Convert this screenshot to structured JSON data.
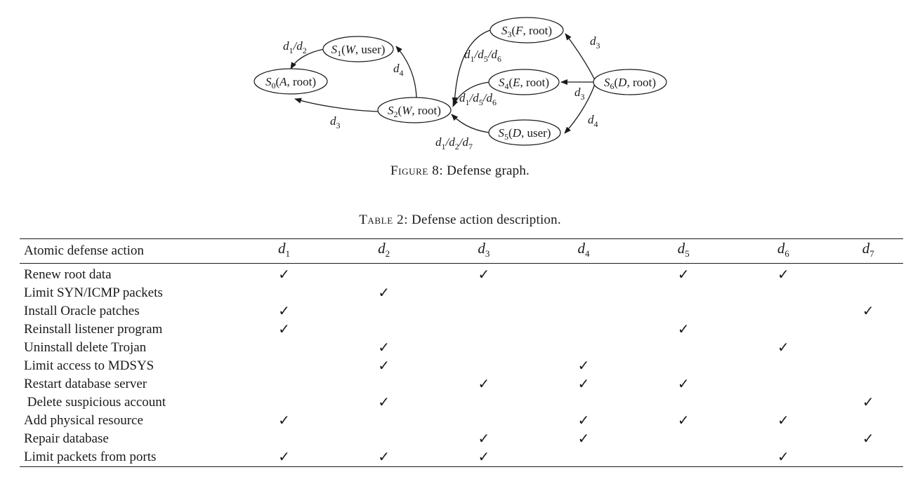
{
  "figure": {
    "caption_label": "Figure 8:",
    "caption_text": "Defense graph.",
    "nodes": [
      {
        "id": "S0",
        "name": "S",
        "sub": "0",
        "args": "(A, root)"
      },
      {
        "id": "S1",
        "name": "S",
        "sub": "1",
        "args": "(W, user)"
      },
      {
        "id": "S2",
        "name": "S",
        "sub": "2",
        "args": "(W, root)"
      },
      {
        "id": "S3",
        "name": "S",
        "sub": "3",
        "args": "(F, root)"
      },
      {
        "id": "S4",
        "name": "S",
        "sub": "4",
        "args": "(E, root)"
      },
      {
        "id": "S5",
        "name": "S",
        "sub": "5",
        "args": "(D, user)"
      },
      {
        "id": "S6",
        "name": "S",
        "sub": "6",
        "args": "(D, root)"
      }
    ],
    "edges": [
      {
        "from": "S1",
        "to": "S0",
        "label": "d1/d2"
      },
      {
        "from": "S2",
        "to": "S1",
        "label": "d4"
      },
      {
        "from": "S2",
        "to": "S0",
        "label": "d3"
      },
      {
        "from": "S3",
        "to": "S2",
        "label": "d1/d5/d6"
      },
      {
        "from": "S4",
        "to": "S2",
        "label": "d1/d5/d6"
      },
      {
        "from": "S5",
        "to": "S2",
        "label": "d1/d2/d7"
      },
      {
        "from": "S6",
        "to": "S3",
        "label": "d3"
      },
      {
        "from": "S6",
        "to": "S4",
        "label": "d3"
      },
      {
        "from": "S6",
        "to": "S5",
        "label": "d4"
      }
    ]
  },
  "table": {
    "caption_label": "Table 2:",
    "caption_text": "Defense action description.",
    "header_action": "Atomic defense action",
    "columns": [
      {
        "letter": "d",
        "sub": "1"
      },
      {
        "letter": "d",
        "sub": "2"
      },
      {
        "letter": "d",
        "sub": "3"
      },
      {
        "letter": "d",
        "sub": "4"
      },
      {
        "letter": "d",
        "sub": "5"
      },
      {
        "letter": "d",
        "sub": "6"
      },
      {
        "letter": "d",
        "sub": "7"
      }
    ],
    "check_symbol": "✓",
    "rows": [
      {
        "action": "Renew root data",
        "marks": [
          1,
          0,
          1,
          0,
          1,
          1,
          0
        ]
      },
      {
        "action": "Limit SYN/ICMP packets",
        "marks": [
          0,
          1,
          0,
          0,
          0,
          0,
          0
        ]
      },
      {
        "action": "Install Oracle patches",
        "marks": [
          1,
          0,
          0,
          0,
          0,
          0,
          1
        ]
      },
      {
        "action": "Reinstall listener program",
        "marks": [
          1,
          0,
          0,
          0,
          1,
          0,
          0
        ]
      },
      {
        "action": "Uninstall delete Trojan",
        "marks": [
          0,
          1,
          0,
          0,
          0,
          1,
          0
        ]
      },
      {
        "action": "Limit access to MDSYS",
        "marks": [
          0,
          1,
          0,
          1,
          0,
          0,
          0
        ]
      },
      {
        "action": "Restart database server",
        "marks": [
          0,
          0,
          1,
          1,
          1,
          0,
          0
        ]
      },
      {
        "action": " Delete suspicious account",
        "marks": [
          0,
          1,
          0,
          0,
          0,
          0,
          1
        ]
      },
      {
        "action": "Add physical resource",
        "marks": [
          1,
          0,
          0,
          1,
          1,
          1,
          0
        ]
      },
      {
        "action": "Repair database",
        "marks": [
          0,
          0,
          1,
          1,
          0,
          0,
          1
        ]
      },
      {
        "action": "Limit packets from ports",
        "marks": [
          1,
          1,
          1,
          0,
          0,
          1,
          0
        ]
      }
    ]
  }
}
